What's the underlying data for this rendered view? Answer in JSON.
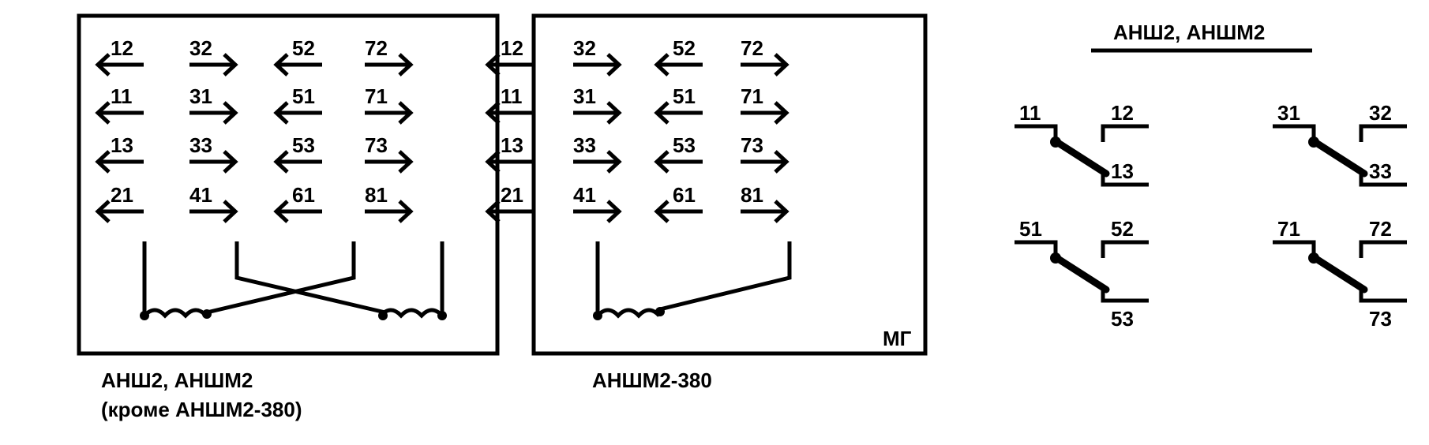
{
  "left_panel": {
    "rows": [
      [
        "12",
        "32",
        "52",
        "72"
      ],
      [
        "11",
        "31",
        "51",
        "71"
      ],
      [
        "13",
        "33",
        "53",
        "73"
      ],
      [
        "21",
        "41",
        "61",
        "81"
      ]
    ],
    "caption_line1": "АНШ2, АНШМ2",
    "caption_line2": "(кроме АНШМ2-380)"
  },
  "middle_panel": {
    "rows": [
      [
        "12",
        "32",
        "52",
        "72"
      ],
      [
        "11",
        "31",
        "51",
        "71"
      ],
      [
        "13",
        "33",
        "53",
        "73"
      ],
      [
        "21",
        "41",
        "61",
        "81"
      ]
    ],
    "corner_label": "МГ",
    "caption": "АНШМ2-380"
  },
  "right_panel": {
    "title": "АНШ2, АНШМ2",
    "contacts": [
      {
        "common": "11",
        "nc": "12",
        "no": "13"
      },
      {
        "common": "31",
        "nc": "32",
        "no": "33"
      },
      {
        "common": "51",
        "nc": "52",
        "no": "53"
      },
      {
        "common": "71",
        "nc": "72",
        "no": "73"
      }
    ]
  }
}
